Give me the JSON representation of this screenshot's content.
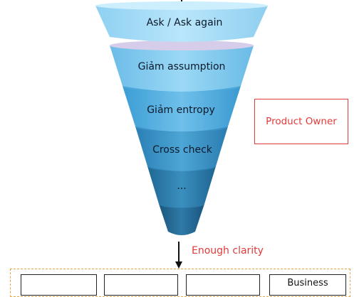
{
  "funnel": {
    "layers": [
      {
        "label": "Ask / Ask again"
      },
      {
        "label": "Giảm assumption"
      },
      {
        "label": "Giảm entropy"
      },
      {
        "label": "Cross check"
      },
      {
        "label": "..."
      },
      {
        "label": ""
      }
    ],
    "colors": {
      "top": "#a8dcf6",
      "mid": "#3f9ed6",
      "bottom": "#1f5f86"
    }
  },
  "owner_box": {
    "label": "Product Owner",
    "color": "#e23a3a"
  },
  "arrow_label": "Enough clarity",
  "bottom_row": {
    "boxes": [
      {
        "label": ""
      },
      {
        "label": ""
      },
      {
        "label": ""
      },
      {
        "label": "Business"
      }
    ],
    "border_color": "#e8a44a"
  }
}
